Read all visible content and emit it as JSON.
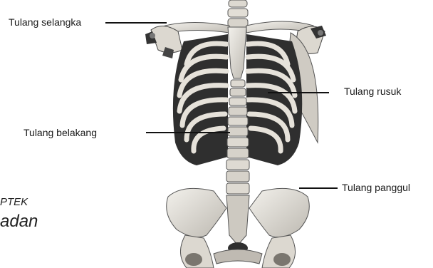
{
  "labels": {
    "clavicle": "Tulang selangka",
    "ribs": "Tulang rusuk",
    "spine": "Tulang belakang",
    "pelvis": "Tulang panggul"
  },
  "captions": {
    "small": "PTEK",
    "large": "adan"
  },
  "colors": {
    "bone": "#e9e6df",
    "bone_shadow": "#9d9a93",
    "dark": "#2a2a2a",
    "line": "#111111"
  }
}
